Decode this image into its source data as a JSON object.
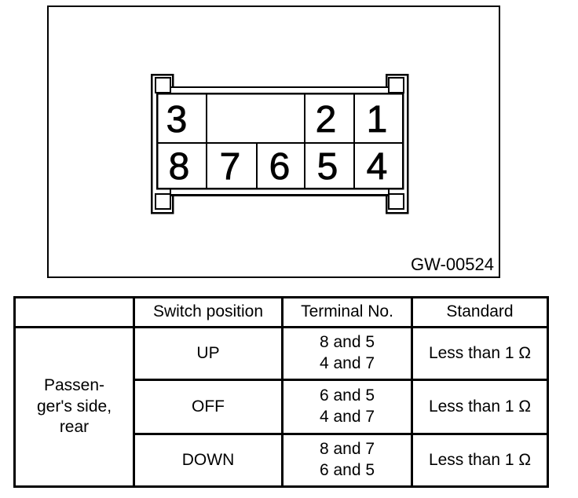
{
  "figure": {
    "code": "GW-00524",
    "connector": {
      "pins": [
        "3",
        "2",
        "1",
        "8",
        "7",
        "6",
        "5",
        "4"
      ]
    }
  },
  "table": {
    "headers": [
      "",
      "Switch position",
      "Terminal No.",
      "Standard"
    ],
    "row_label": "Passen-\nger's side,\nrear",
    "rows": [
      {
        "switch_position": "UP",
        "terminal_no": "8 and 5\n4 and 7",
        "standard": "Less than 1 Ω"
      },
      {
        "switch_position": "OFF",
        "terminal_no": "6 and 5\n4 and 7",
        "standard": "Less than 1 Ω"
      },
      {
        "switch_position": "DOWN",
        "terminal_no": "8 and 7\n6 and 5",
        "standard": "Less than 1 Ω"
      }
    ]
  }
}
